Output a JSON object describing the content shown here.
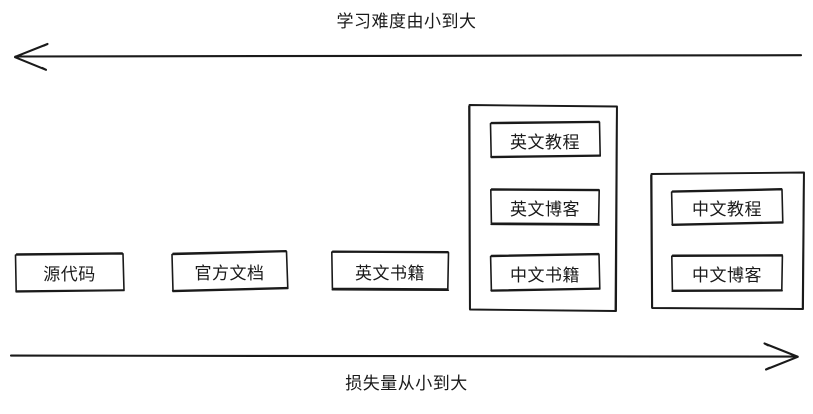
{
  "diagram": {
    "title_top": "学习难度由小到大",
    "title_bottom": "损失量从小到大",
    "stroke_color": "#1a1a1a",
    "background_color": "#ffffff",
    "top_axis": {
      "label": "学习难度由小到大",
      "direction": "left",
      "arrow_name": "left-arrow"
    },
    "bottom_axis": {
      "label": "损失量从小到大",
      "direction": "right",
      "arrow_name": "right-arrow"
    },
    "nodes": [
      {
        "id": "source-code",
        "label": "源代码"
      },
      {
        "id": "official-docs",
        "label": "官方文档"
      },
      {
        "id": "english-books",
        "label": "英文书籍"
      }
    ],
    "groups": [
      {
        "id": "group-english",
        "items": [
          {
            "id": "english-tutorial",
            "label": "英文教程"
          },
          {
            "id": "english-blog",
            "label": "英文博客"
          },
          {
            "id": "chinese-books",
            "label": "中文书籍"
          }
        ]
      },
      {
        "id": "group-chinese",
        "items": [
          {
            "id": "chinese-tutorial",
            "label": "中文教程"
          },
          {
            "id": "chinese-blog",
            "label": "中文博客"
          }
        ]
      }
    ]
  }
}
